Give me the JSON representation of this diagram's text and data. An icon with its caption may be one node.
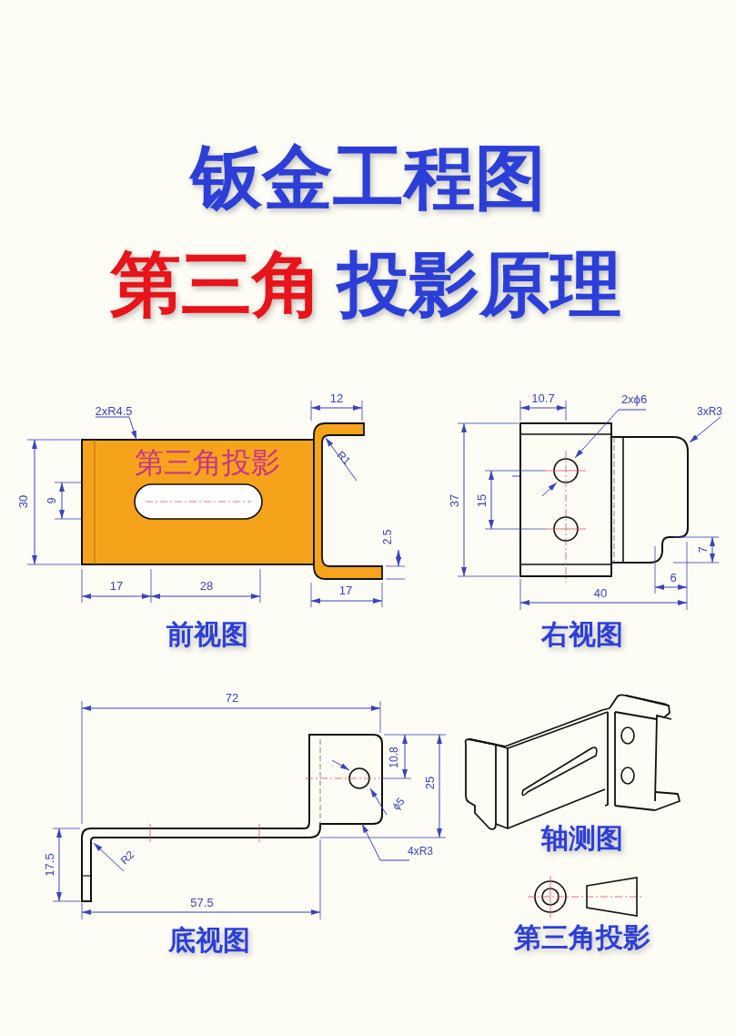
{
  "diagram": {
    "title": "钣金工程图",
    "labels": [
      "第三角",
      "投影原理",
      "2xR4.5",
      "12",
      "第三角投影",
      "R1",
      "30",
      "9",
      "2.5",
      "17",
      "28",
      "17",
      "前视图",
      "10.7",
      "2xϕ6",
      "3xR3",
      "37",
      "15",
      "7",
      "6",
      "40",
      "右视图",
      "72",
      "10.8",
      "25",
      "ϕ5",
      "R2",
      "4xR3",
      "17.5",
      "57.5",
      "底视图",
      "轴测图",
      "第三角投影"
    ]
  }
}
